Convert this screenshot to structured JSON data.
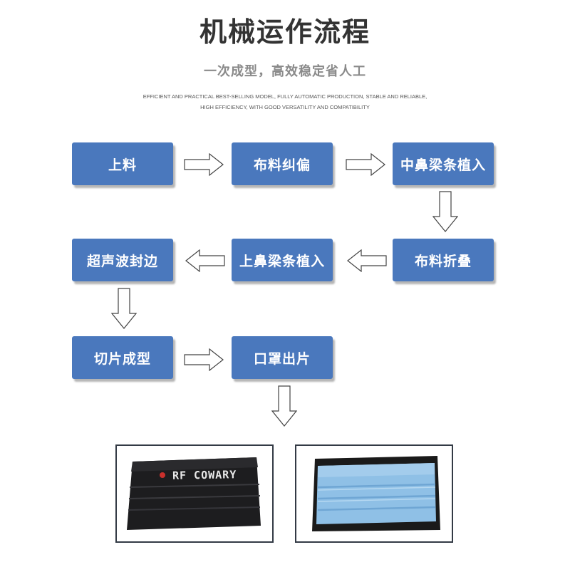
{
  "header": {
    "title": "机械运作流程",
    "subtitle": "一次成型，高效稳定省人工",
    "english_line1": "EFFICIENT AND PRACTICAL BEST-SELLING MODEL, FULLY AUTOMATIC PRODUCTION, STABLE AND RELIABLE,",
    "english_line2": "HIGH EFFICIENCY, WITH GOOD VERSATILITY AND COMPATIBILITY"
  },
  "steps": [
    "上料",
    "布料纠偏",
    "中鼻梁条植入",
    "布料折叠",
    "上鼻梁条植入",
    "超声波封边",
    "切片成型",
    "口罩出片"
  ],
  "photos": {
    "black_mask_print": "RF COWARY"
  },
  "colors": {
    "box": "#4a78bd",
    "title": "#333333",
    "subtitle": "#8a8a8a",
    "frame": "#333a45"
  }
}
